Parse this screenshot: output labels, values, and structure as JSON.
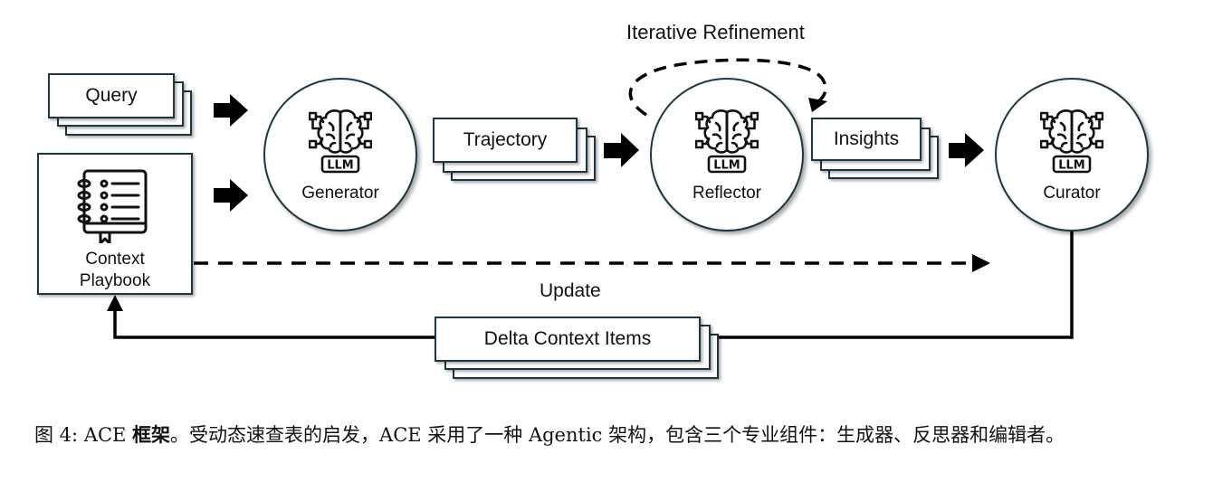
{
  "diagram": {
    "inputs": {
      "query": "Query",
      "playbook_line1": "Context",
      "playbook_line2": "Playbook"
    },
    "nodes": [
      {
        "id": "generator",
        "icon_text": "LLM",
        "label": "Generator"
      },
      {
        "id": "reflector",
        "icon_text": "LLM",
        "label": "Reflector"
      },
      {
        "id": "curator",
        "icon_text": "LLM",
        "label": "Curator"
      }
    ],
    "artifacts": {
      "trajectory": "Trajectory",
      "insights": "Insights",
      "delta": "Delta Context Items"
    },
    "annotations": {
      "iterative": "Iterative Refinement",
      "update": "Update"
    },
    "icons": {
      "node_icon": "brain-circuit-icon",
      "playbook_icon": "notebook-icon",
      "arrow": "block-arrow-right-icon"
    }
  },
  "caption": {
    "prefix": "图 4: ACE ",
    "bold": "框架",
    "text": "。受动态速查表的启发，ACE 采用了一种 Agentic 架构，包含三个专业组件：生成器、反思器和编辑者。"
  }
}
